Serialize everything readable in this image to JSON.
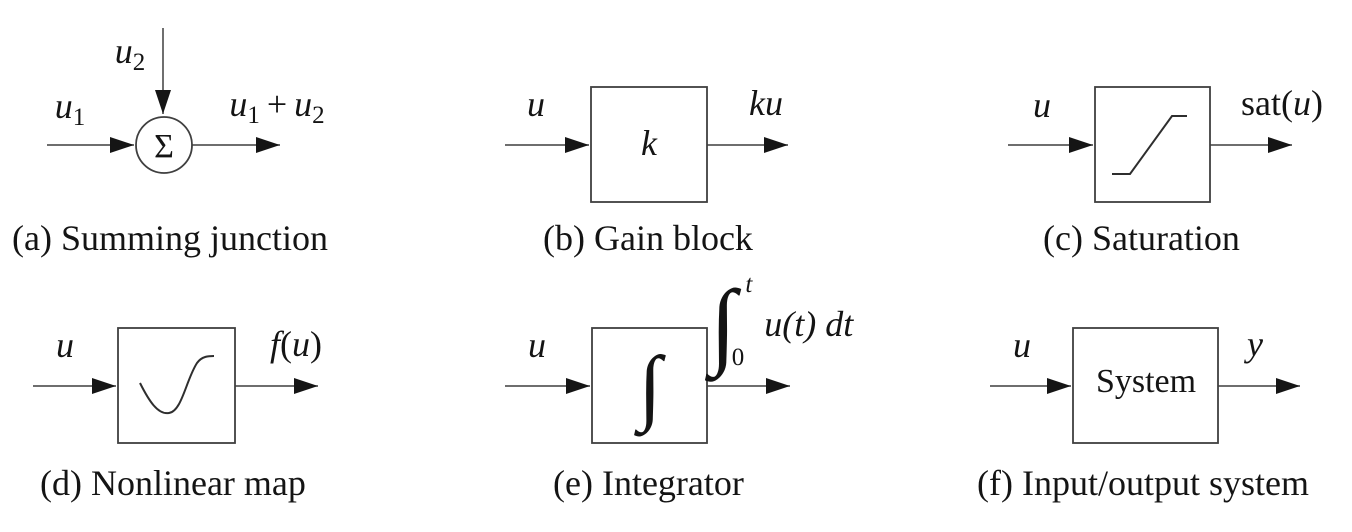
{
  "theme": {
    "bg": "#ffffff",
    "line_color": "#3f3f3f",
    "curve_color": "#2e2e2e",
    "arrow_color": "#151515",
    "text_color": "#141414"
  },
  "panels": {
    "a": {
      "caption": "(a) Summing junction",
      "node": "Σ",
      "in1": {
        "base": "u",
        "sub": "1"
      },
      "in2": {
        "base": "u",
        "sub": "2"
      },
      "out": {
        "u1": "u",
        "s1": "1",
        "plus": "+",
        "u2": "u",
        "s2": "2"
      }
    },
    "b": {
      "caption": "(b) Gain block",
      "in": "u",
      "block": "k",
      "out": "ku"
    },
    "c": {
      "caption": "(c) Saturation",
      "in": "u",
      "out": {
        "fn": "sat",
        "open": "(",
        "var": "u",
        "close": ")"
      }
    },
    "d": {
      "caption": "(d) Nonlinear map",
      "in": "u",
      "out": {
        "fn": "f",
        "open": "(",
        "var": "u",
        "close": ")"
      }
    },
    "e": {
      "caption": "(e) Integrator",
      "in": "u",
      "block": "∫",
      "out": {
        "int_sign": "∫",
        "upper": "t",
        "lower": "0",
        "integrand": "u(t) dt"
      }
    },
    "f": {
      "caption": "(f) Input/output system",
      "in": "u",
      "block": "System",
      "out": "y"
    }
  }
}
